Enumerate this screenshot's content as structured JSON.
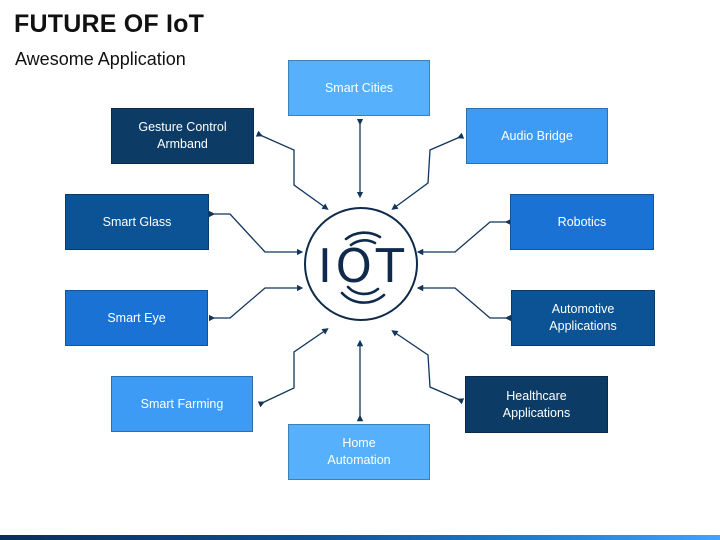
{
  "header": {
    "title": "FUTURE OF IoT",
    "subtitle": "Awesome Application"
  },
  "hub": {
    "label": "IOT",
    "color": "#0f2a4a"
  },
  "colors": {
    "navy": "#0c3c66",
    "dark_blue": "#0b5394",
    "mid_blue": "#1a73d4",
    "light_blue": "#3d9bf5",
    "sky_blue": "#57b0fb",
    "connector": "#12355b"
  },
  "nodes": [
    {
      "id": "smart-cities",
      "label": "Smart Cities",
      "color": "#57b0fb"
    },
    {
      "id": "audio-bridge",
      "label": "Audio Bridge",
      "color": "#3d9bf5"
    },
    {
      "id": "robotics",
      "label": "Robotics",
      "color": "#1a73d4"
    },
    {
      "id": "automotive-applications",
      "label": "Automotive\nApplications",
      "color": "#0b5394"
    },
    {
      "id": "healthcare-applications",
      "label": "Healthcare\nApplications",
      "color": "#0c3c66"
    },
    {
      "id": "home-automation",
      "label": "Home\nAutomation",
      "color": "#57b0fb"
    },
    {
      "id": "smart-farming",
      "label": "Smart Farming",
      "color": "#3d9bf5"
    },
    {
      "id": "smart-eye",
      "label": "Smart Eye",
      "color": "#1a73d4"
    },
    {
      "id": "smart-glass",
      "label": "Smart Glass",
      "color": "#0b5394"
    },
    {
      "id": "gesture-control-armband",
      "label": "Gesture Control\nArmband",
      "color": "#0c3c66"
    }
  ]
}
